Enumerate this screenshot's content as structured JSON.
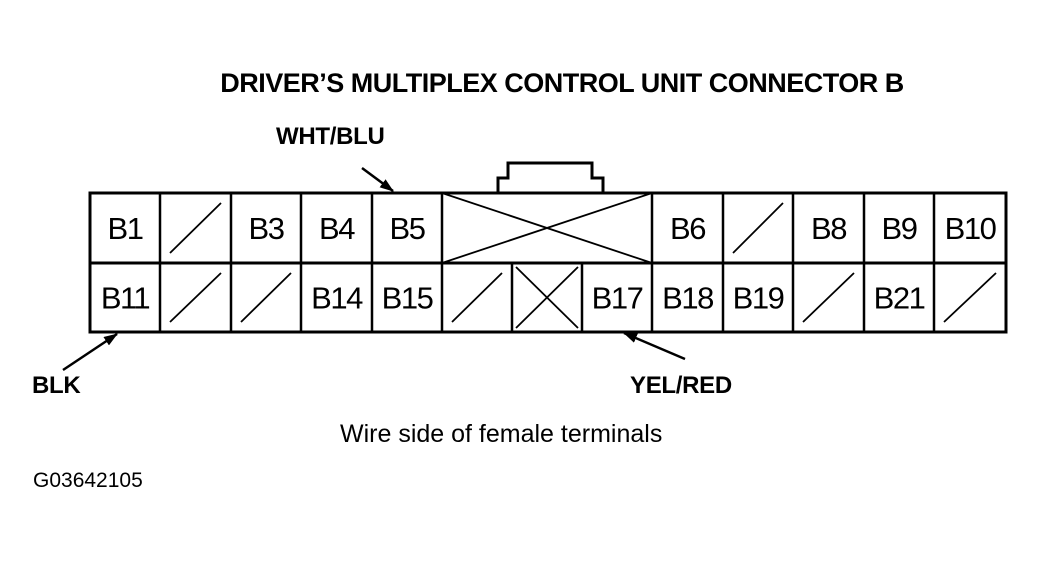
{
  "title": "DRIVER’S MULTIPLEX CONTROL UNIT CONNECTOR B",
  "wire_labels": {
    "wht_blu": "WHT/BLU",
    "blk": "BLK",
    "yel_red": "YEL/RED"
  },
  "caption": "Wire side of female terminals",
  "figure_code": "G03642105",
  "top_row": [
    {
      "type": "pin",
      "label": "B1"
    },
    {
      "type": "empty"
    },
    {
      "type": "pin",
      "label": "B3"
    },
    {
      "type": "pin",
      "label": "B4"
    },
    {
      "type": "pin",
      "label": "B5"
    },
    {
      "type": "blocked-wide"
    },
    {
      "type": "pin",
      "label": "B6"
    },
    {
      "type": "empty"
    },
    {
      "type": "pin",
      "label": "B8"
    },
    {
      "type": "pin",
      "label": "B9"
    },
    {
      "type": "pin",
      "label": "B10"
    }
  ],
  "bottom_row": [
    {
      "type": "pin",
      "label": "B11"
    },
    {
      "type": "empty"
    },
    {
      "type": "empty"
    },
    {
      "type": "pin",
      "label": "B14"
    },
    {
      "type": "pin",
      "label": "B15"
    },
    {
      "type": "empty"
    },
    {
      "type": "blocked"
    },
    {
      "type": "pin",
      "label": "B17"
    },
    {
      "type": "pin",
      "label": "B18"
    },
    {
      "type": "pin",
      "label": "B19"
    },
    {
      "type": "empty"
    },
    {
      "type": "pin",
      "label": "B21"
    },
    {
      "type": "empty"
    }
  ]
}
